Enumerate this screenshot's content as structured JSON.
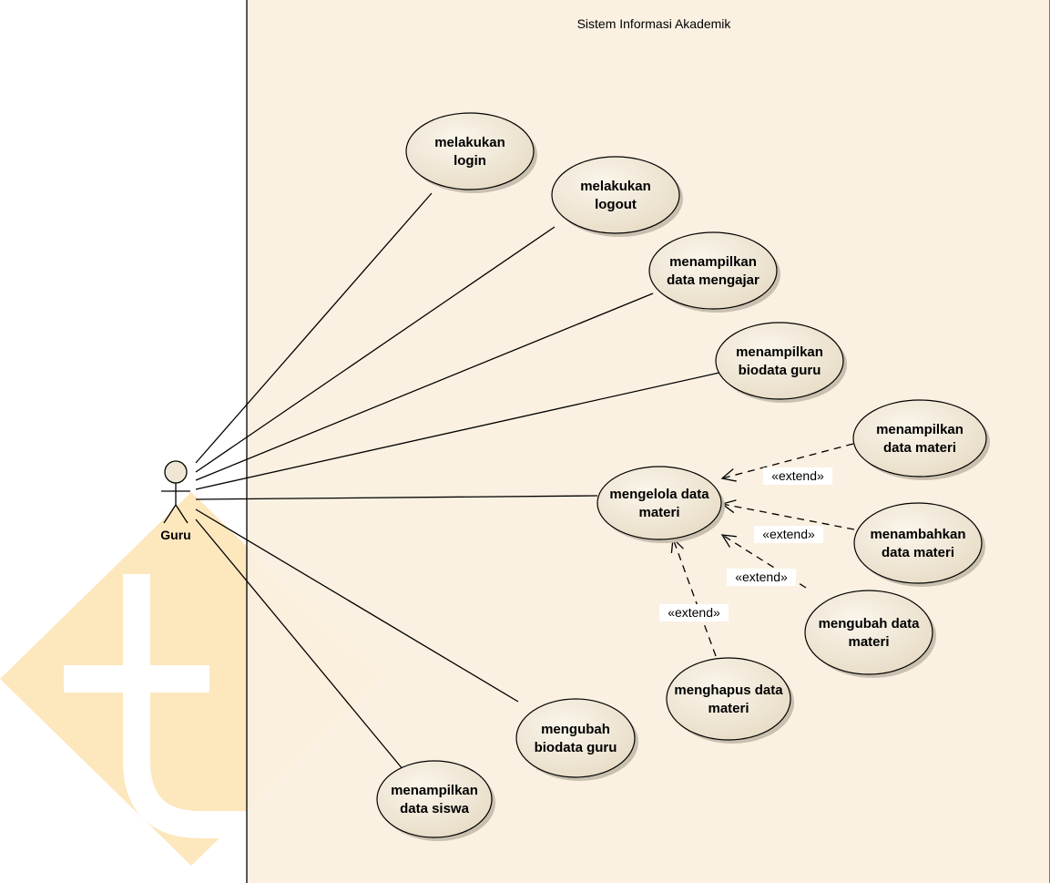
{
  "system": {
    "title": "Sistem Informasi Akademik"
  },
  "actor": {
    "name": "Guru"
  },
  "use_cases": [
    {
      "id": "login",
      "lines": [
        "melakukan",
        "login"
      ]
    },
    {
      "id": "logout",
      "lines": [
        "melakukan",
        "logout"
      ]
    },
    {
      "id": "mengajar",
      "lines": [
        "menampilkan",
        "data mengajar"
      ]
    },
    {
      "id": "biodata",
      "lines": [
        "menampilkan",
        "biodata guru"
      ]
    },
    {
      "id": "tampil-materi",
      "lines": [
        "menampilkan",
        "data materi"
      ]
    },
    {
      "id": "kelola-materi",
      "lines": [
        "mengelola data",
        "materi"
      ]
    },
    {
      "id": "tambah-materi",
      "lines": [
        "menambahkan",
        "data materi"
      ]
    },
    {
      "id": "ubah-materi",
      "lines": [
        "mengubah data",
        "materi"
      ]
    },
    {
      "id": "hapus-materi",
      "lines": [
        "menghapus data",
        "materi"
      ]
    },
    {
      "id": "ubah-biodata",
      "lines": [
        "mengubah",
        "biodata guru"
      ]
    },
    {
      "id": "siswa",
      "lines": [
        "menampilkan",
        "data siswa"
      ]
    }
  ],
  "associations": [
    "login",
    "logout",
    "mengajar",
    "biodata",
    "kelola-materi",
    "ubah-biodata",
    "siswa"
  ],
  "extends": [
    {
      "from": "tampil-materi",
      "to": "kelola-materi",
      "label": "«extend»"
    },
    {
      "from": "tambah-materi",
      "to": "kelola-materi",
      "label": "«extend»"
    },
    {
      "from": "ubah-materi",
      "to": "kelola-materi",
      "label": "«extend»"
    },
    {
      "from": "hapus-materi",
      "to": "kelola-materi",
      "label": "«extend»"
    }
  ],
  "colors": {
    "boundary_fill": "#fbf0e0",
    "usecase_fill": "#efe6d4",
    "usecase_shadow": "#c9c0b0",
    "watermark": "#fde3b2",
    "line": "#000000"
  }
}
